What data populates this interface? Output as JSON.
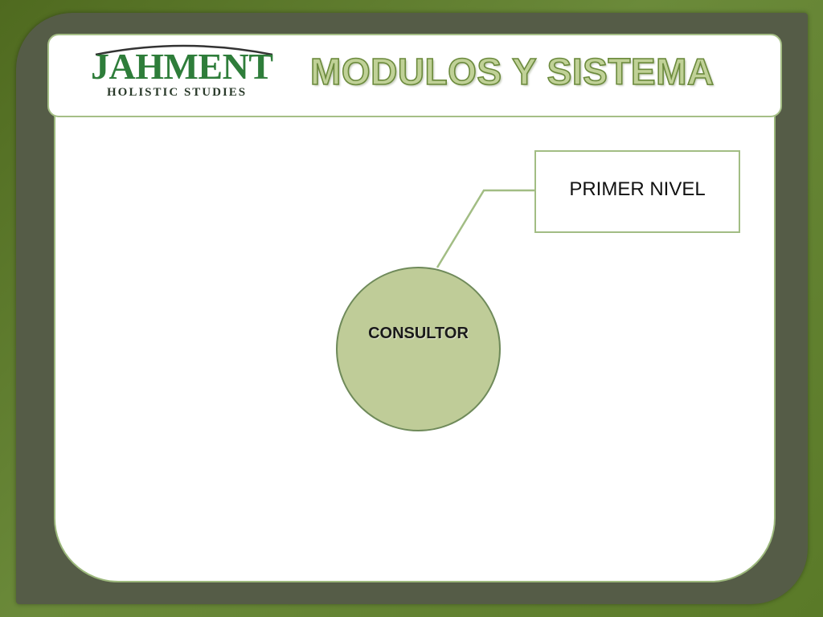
{
  "header": {
    "logo_main": "JAHMENT",
    "logo_sub": "HOLISTIC STUDIES",
    "title": "MODULOS Y SISTEMA"
  },
  "diagram": {
    "center_node": "CONSULTOR",
    "level_box": "PRIMER NIVEL"
  },
  "colors": {
    "accent_green": "#6b8a3c",
    "node_fill": "#bfcc98",
    "logo_green": "#2e7d3a"
  }
}
